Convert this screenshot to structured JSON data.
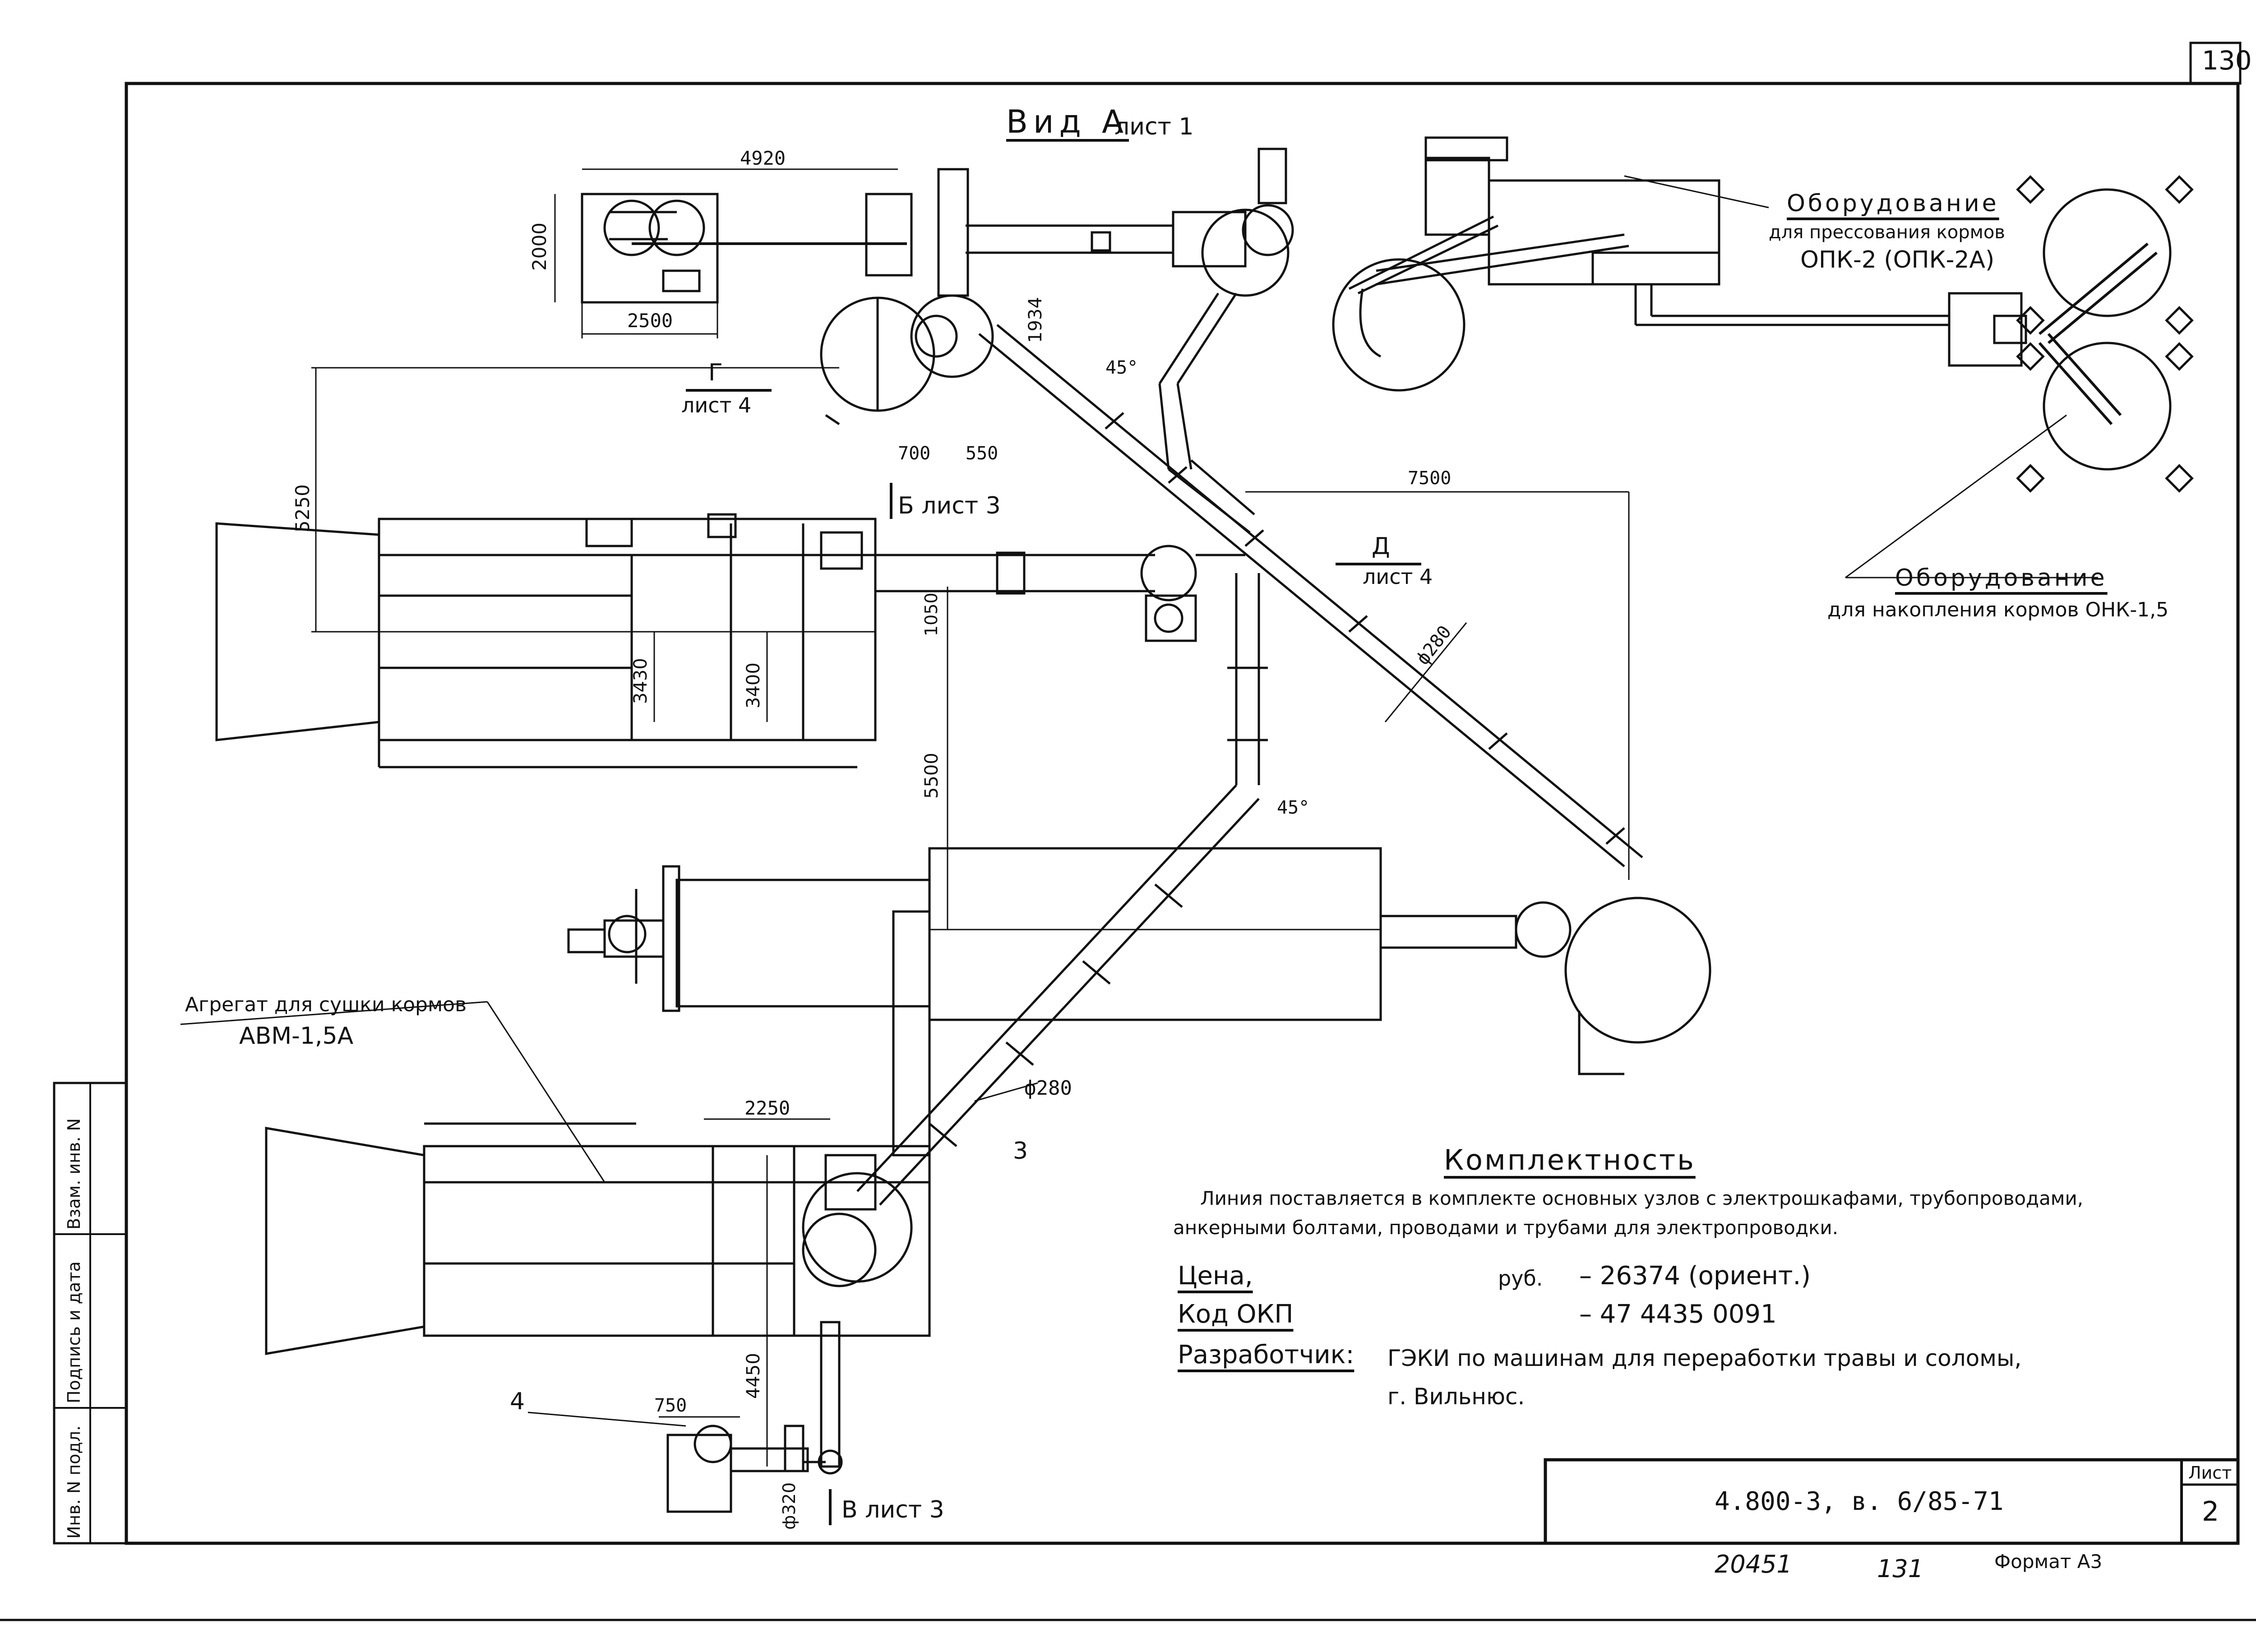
{
  "sheet_number_top": "130",
  "view_title": "Вид А",
  "view_sheet": "лист 1",
  "dims": {
    "d4920": "4920",
    "d2000": "2000",
    "d2500": "2500",
    "d1934": "1934",
    "d700": "700",
    "d550": "550",
    "d5250": "5250",
    "d7500": "7500",
    "d1050": "1050",
    "d3430": "3430",
    "d3400": "3400",
    "d5500": "5500",
    "d2250": "2250",
    "d750": "750",
    "d4450": "4450",
    "d320": "ф320",
    "d280a": "ф280",
    "d280b": "ф280",
    "a45a": "45°",
    "a45b": "45°"
  },
  "refs": {
    "g_letter": "Г",
    "g_sheet": "лист 4",
    "b_ref": "Б лист 3",
    "d_letter": "Д",
    "d_sheet": "лист 4",
    "v_ref": "В лист 3",
    "pos3": "3",
    "pos4": "4"
  },
  "equipment": {
    "press_title": "Оборудование",
    "press_desc": "для прессования кормов",
    "press_model": "ОПК-2 (ОПК-2А)",
    "store_title": "Оборудование",
    "store_desc": "для накопления кормов ОНК-1,5",
    "dryer_title": "Агрегат для сушки кормов",
    "dryer_model": "АВМ-1,5А"
  },
  "completeness": {
    "heading": "Комплектность",
    "line1": "Линия поставляется в комплекте основных узлов с электрошкафами, трубопроводами,",
    "line2": "анкерными болтами, проводами и трубами для электропроводки.",
    "price_label": "Цена,",
    "price_unit": "руб.",
    "price_value": "– 26374 (ориент.)",
    "okp_label": "Код ОКП",
    "okp_value": "– 47 4435 0091",
    "dev_label": "Разработчик:",
    "dev_line1": "ГЭКИ по машинам для переработки травы и соломы,",
    "dev_line2": "г. Вильнюс."
  },
  "stamp": {
    "doc_code": "4.800-3, в. 6/85-71",
    "sheet_label": "Лист",
    "sheet_no": "2"
  },
  "side_labels": {
    "inv": "Инв. N подл.",
    "sign": "Подпись и дата",
    "vzam": "Взам. инв. N"
  },
  "bottom": {
    "num1": "20451",
    "num2": "131",
    "format": "Формат А3"
  },
  "colors": {
    "ink": "#111111",
    "paper": "#ffffff"
  }
}
